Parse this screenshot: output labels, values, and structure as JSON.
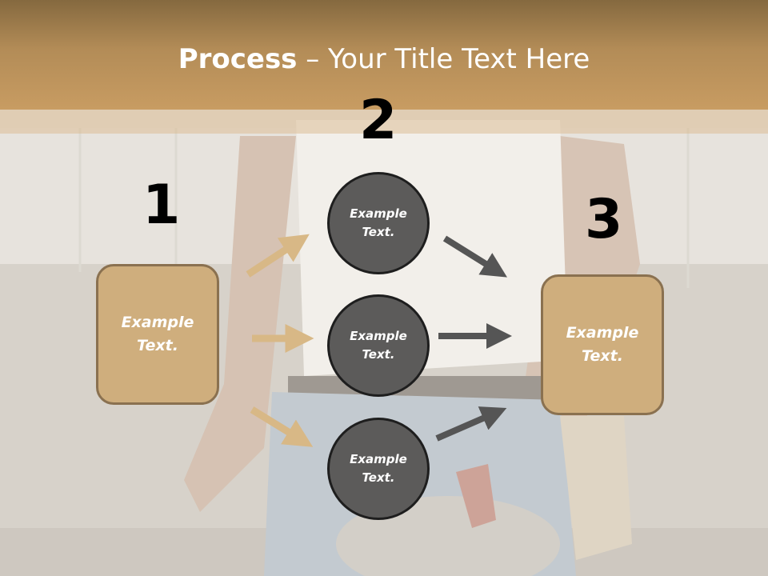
{
  "slide": {
    "title_bold": "Process",
    "title_rest": " – Your Title Text Here",
    "steps": {
      "one": {
        "number": "1",
        "label": "Example Text."
      },
      "two": {
        "number": "2",
        "items": [
          "Example Text.",
          "Example Text.",
          "Example Text."
        ]
      },
      "three": {
        "number": "3",
        "label": "Example Text."
      }
    }
  },
  "colors": {
    "header": "#b38c57",
    "box_fill": "#cfae7d",
    "box_border": "#8a7150",
    "circle_fill": "#5c5b5a",
    "tan_arrow": "#d8b886",
    "gray_arrow": "#555555"
  }
}
